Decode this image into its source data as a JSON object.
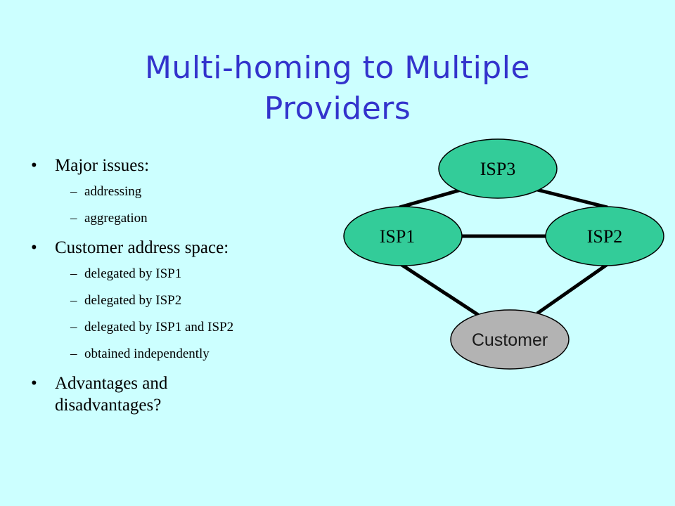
{
  "title": {
    "line1": "Multi-homing to Multiple",
    "line2": "Providers"
  },
  "bullets": [
    {
      "text": "Major issues:",
      "sub": [
        "addressing",
        "aggregation"
      ]
    },
    {
      "text": "Customer address space:",
      "sub": [
        "delegated by ISP1",
        "delegated by ISP2",
        "delegated by ISP1 and ISP2",
        "obtained independently"
      ]
    },
    {
      "text": "Advantages and disadvantages?",
      "sub": []
    }
  ],
  "diagram": {
    "nodes": [
      {
        "id": "isp3",
        "label": "ISP3",
        "fill": "#33cc99"
      },
      {
        "id": "isp1",
        "label": "ISP1",
        "fill": "#33cc99"
      },
      {
        "id": "isp2",
        "label": "ISP2",
        "fill": "#33cc99"
      },
      {
        "id": "customer",
        "label": "Customer",
        "fill": "#b3b3b3"
      }
    ],
    "links": [
      [
        "isp1",
        "isp3"
      ],
      [
        "isp3",
        "isp2"
      ],
      [
        "isp1",
        "isp2"
      ],
      [
        "isp1",
        "customer"
      ],
      [
        "isp2",
        "customer"
      ]
    ]
  }
}
